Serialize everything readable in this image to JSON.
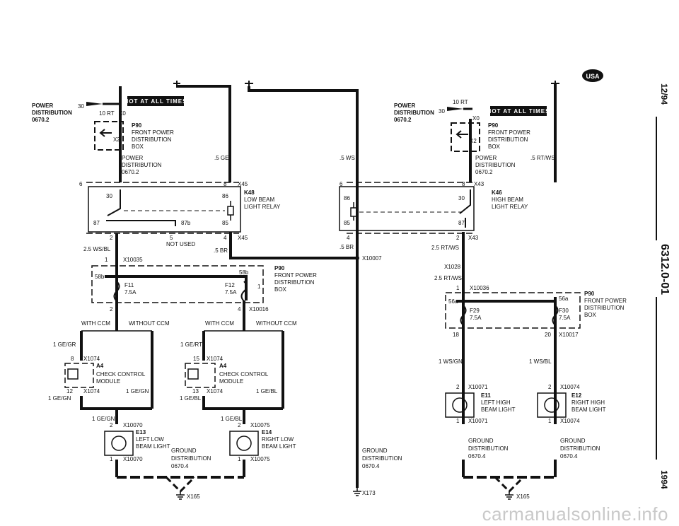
{
  "page": {
    "date": "12/94",
    "code": "6312.0-01",
    "year": "1994",
    "region_badge": "USA",
    "watermark": "carmanualsonline.info"
  },
  "left": {
    "hot_label": "HOT AT ALL TIMES",
    "pd_title": [
      "POWER",
      "DISTRIBUTION",
      "0670.2"
    ],
    "pd_box": [
      "POWER",
      "DISTRIBUTION",
      "0670.2"
    ],
    "p90_top": [
      "P90",
      "FRONT POWER",
      "DISTRIBUTION",
      "BOX"
    ],
    "x0": "X0",
    "x2": "X2",
    "pin30": "30",
    "wire_top": "10 RT",
    "wire_5ge": ".5 GE",
    "pin6": "6",
    "pin8": "8",
    "x45a": "X45",
    "relay_name": [
      "K48",
      "LOW BEAM",
      "LIGHT RELAY"
    ],
    "relay_30": "30",
    "relay_86": "86",
    "relay_87": "87",
    "relay_87b": "87b",
    "relay_85": "85",
    "pin2": "2",
    "pin5": "5",
    "pin4": "4",
    "x45b": "X45",
    "not_used": "NOT USED",
    "wire_wsbl": "2.5 WS/BL",
    "wire_5br": ".5 BR",
    "pin1": "1",
    "x10035": "X10035",
    "p90_mid": [
      "P90",
      "FRONT POWER",
      "DISTRIBUTION",
      "BOX"
    ],
    "pin58b_l": "58b",
    "pin58b_r": "58b",
    "pin1_r": "1",
    "fuse_f11": "F11",
    "fuse_f11_a": "7.5A",
    "fuse_f12": "F12",
    "fuse_f12_a": "7.5A",
    "pin2b": "2",
    "pin4b": "4",
    "x10016": "X10016",
    "with_ccm_1": "WITH CCM",
    "without_ccm_1": "WITHOUT CCM",
    "with_ccm_2": "WITH CCM",
    "without_ccm_2": "WITHOUT CCM",
    "a4_1": {
      "wire_in": "1 GE/GR",
      "pin_top": "8",
      "conn_top": "X1074",
      "name": [
        "A4",
        "CHECK CONTROL",
        "MODULE"
      ],
      "pin_bot": "12",
      "conn_bot": "X1074",
      "wire_out": "1 GE/GN",
      "wire_side": "1 GE/GN"
    },
    "a4_2": {
      "wire_in": "1 GE/RT",
      "pin_top": "15",
      "conn_top": "X1074",
      "name": [
        "A4",
        "CHECK CONTROL",
        "MODULE"
      ],
      "pin_bot": "13",
      "conn_bot": "X1074",
      "wire_out": "1 GE/BL",
      "wire_side": "1 GE/BL"
    },
    "e13": {
      "wire": "1 GE/GN",
      "pin_top": "2",
      "conn_top": "X10070",
      "name": [
        "E13",
        "LEFT LOW",
        "BEAM LIGHT"
      ],
      "pin_bot": "1",
      "conn_bot": "X10070"
    },
    "e14": {
      "wire": "1 GE/BL",
      "pin_top": "2",
      "conn_top": "X10075",
      "name": [
        "E14",
        "RIGHT LOW",
        "BEAM LIGHT"
      ],
      "pin_bot": "1",
      "conn_bot": "X10075"
    },
    "ground": [
      "GROUND",
      "DISTRIBUTION",
      "0670.4"
    ],
    "ground_conn": "X165"
  },
  "center": {
    "wire_5ws": ".5 WS",
    "wire_5br": ".5 BR",
    "x10007": "X10007",
    "ground": [
      "GROUND",
      "DISTRIBUTION",
      "0670.4"
    ],
    "ground_conn": "X173"
  },
  "right": {
    "hot_label": "HOT AT ALL TIMES",
    "pd_title": [
      "POWER",
      "DISTRIBUTION",
      "0670.2"
    ],
    "pd_box": [
      "POWER",
      "DISTRIBUTION",
      "0670.2"
    ],
    "p90_top": [
      "P90",
      "FRONT POWER",
      "DISTRIBUTION",
      "BOX"
    ],
    "x0": "X0",
    "x2": "X2",
    "pin30": "30",
    "wire_top": "10 RT",
    "wire_5rtws": ".5 RT/WS",
    "pin6": "6",
    "pin8": "8",
    "x43a": "X43",
    "relay_name": [
      "K46",
      "HIGH BEAM",
      "LIGHT RELAY"
    ],
    "relay_30": "30",
    "relay_86": "86",
    "relay_87": "87",
    "relay_85": "85",
    "pin4": "4",
    "pin2": "2",
    "x43b": "X43",
    "wire_rtws": "2.5 RT/WS",
    "x1028": "X1028",
    "wire_rtws2": "2.5 RT/WS",
    "pin1": "1",
    "x10036": "X10036",
    "p90_mid": [
      "P90",
      "FRONT POWER",
      "DISTRIBUTION",
      "BOX"
    ],
    "pin56a_l": "56a",
    "pin56a_r": "56a",
    "fuse_f29": "F29",
    "fuse_f29_a": "7.5A",
    "fuse_f30": "F30",
    "fuse_f30_a": "7.5A",
    "pin18": "18",
    "pin20": "20",
    "x10017": "X10017",
    "wire_wsgn": "1 WS/GN",
    "wire_wsbl": "1 WS/BL",
    "e11": {
      "pin_top": "2",
      "conn_top": "X10071",
      "name": [
        "E11",
        "LEFT HIGH",
        "BEAM LIGHT"
      ],
      "pin_bot": "1",
      "conn_bot": "X10071"
    },
    "e12": {
      "pin_top": "2",
      "conn_top": "X10074",
      "name": [
        "E12",
        "RIGHT HIGH",
        "BEAM LIGHT"
      ],
      "pin_bot": "1",
      "conn_bot": "X10074"
    },
    "ground_l": [
      "GROUND",
      "DISTRIBUTION",
      "0670.4"
    ],
    "ground_r": [
      "GROUND",
      "DISTRIBUTION",
      "0670.4"
    ],
    "ground_conn": "X165"
  }
}
